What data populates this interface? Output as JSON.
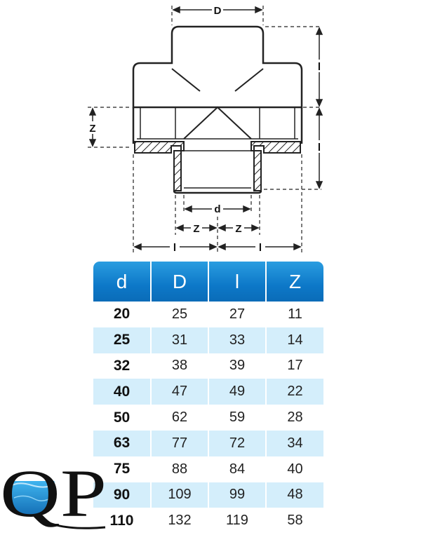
{
  "diagram": {
    "labels": {
      "D_top": "D",
      "l_right_upper": "l",
      "l_right_lower": "l",
      "Z_left": "Z",
      "d_bottom": "d",
      "Z_bottom_left": "Z",
      "Z_bottom_right": "Z",
      "l_bottom_left": "l",
      "l_bottom_right": "l"
    }
  },
  "table": {
    "headers": [
      "d",
      "D",
      "l",
      "Z"
    ],
    "rows": [
      [
        "20",
        "25",
        "27",
        "11"
      ],
      [
        "25",
        "31",
        "33",
        "14"
      ],
      [
        "32",
        "38",
        "39",
        "17"
      ],
      [
        "40",
        "47",
        "49",
        "22"
      ],
      [
        "50",
        "62",
        "59",
        "28"
      ],
      [
        "63",
        "77",
        "72",
        "34"
      ],
      [
        "75",
        "88",
        "84",
        "40"
      ],
      [
        "90",
        "109",
        "99",
        "48"
      ],
      [
        "110",
        "132",
        "119",
        "58"
      ]
    ]
  },
  "logo": {
    "text": "QP"
  },
  "colors": {
    "header_blue": "#0d78c8",
    "stripe": "#d4eefb"
  }
}
